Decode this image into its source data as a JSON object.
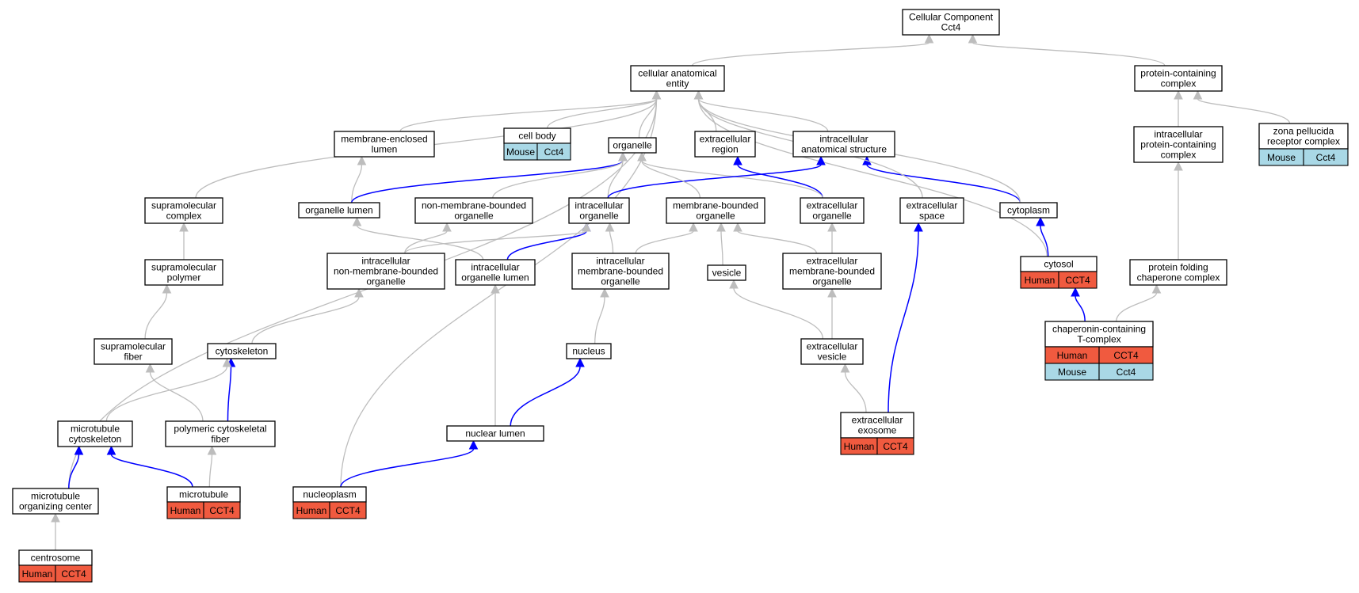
{
  "nodes": [
    {
      "id": "cc",
      "lines": [
        "Cellular Component",
        "Cct4"
      ]
    },
    {
      "id": "cae",
      "lines": [
        "cellular anatomical",
        "entity"
      ]
    },
    {
      "id": "pcc",
      "lines": [
        "protein-containing",
        "complex"
      ]
    },
    {
      "id": "mel",
      "lines": [
        "membrane-enclosed",
        "lumen"
      ]
    },
    {
      "id": "cellbody",
      "lines": [
        "cell body"
      ],
      "species": [
        [
          "Mouse",
          "Cct4"
        ]
      ]
    },
    {
      "id": "organelle",
      "lines": [
        "organelle"
      ]
    },
    {
      "id": "extreg",
      "lines": [
        "extracellular",
        "region"
      ]
    },
    {
      "id": "ias",
      "lines": [
        "intracellular",
        "anatomical structure"
      ]
    },
    {
      "id": "ipcc",
      "lines": [
        "intracellular",
        "protein-containing",
        "complex"
      ]
    },
    {
      "id": "zp",
      "lines": [
        "zona pellucida",
        "receptor complex"
      ],
      "species": [
        [
          "Mouse",
          "Cct4"
        ]
      ]
    },
    {
      "id": "smc",
      "lines": [
        "supramolecular",
        "complex"
      ]
    },
    {
      "id": "orglumen",
      "lines": [
        "organelle lumen"
      ]
    },
    {
      "id": "nmbo",
      "lines": [
        "non-membrane-bounded",
        "organelle"
      ]
    },
    {
      "id": "io",
      "lines": [
        "intracellular",
        "organelle"
      ]
    },
    {
      "id": "mbo",
      "lines": [
        "membrane-bounded",
        "organelle"
      ]
    },
    {
      "id": "eo",
      "lines": [
        "extracellular",
        "organelle"
      ]
    },
    {
      "id": "es",
      "lines": [
        "extracellular",
        "space"
      ]
    },
    {
      "id": "cyto",
      "lines": [
        "cytoplasm"
      ]
    },
    {
      "id": "smp",
      "lines": [
        "supramolecular",
        "polymer"
      ]
    },
    {
      "id": "inmbo",
      "lines": [
        "intracellular",
        "non-membrane-bounded",
        "organelle"
      ]
    },
    {
      "id": "iol",
      "lines": [
        "intracellular",
        "organelle lumen"
      ]
    },
    {
      "id": "imbo",
      "lines": [
        "intracellular",
        "membrane-bounded",
        "organelle"
      ]
    },
    {
      "id": "vesicle",
      "lines": [
        "vesicle"
      ]
    },
    {
      "id": "embo",
      "lines": [
        "extracellular",
        "membrane-bounded",
        "organelle"
      ]
    },
    {
      "id": "cytosol",
      "lines": [
        "cytosol"
      ],
      "species": [
        [
          "Human",
          "CCT4"
        ]
      ]
    },
    {
      "id": "pfcc",
      "lines": [
        "protein folding",
        "chaperone complex"
      ]
    },
    {
      "id": "smf",
      "lines": [
        "supramolecular",
        "fiber"
      ]
    },
    {
      "id": "cytoskel",
      "lines": [
        "cytoskeleton"
      ]
    },
    {
      "id": "nucleus",
      "lines": [
        "nucleus"
      ]
    },
    {
      "id": "ev",
      "lines": [
        "extracellular",
        "vesicle"
      ]
    },
    {
      "id": "cct",
      "lines": [
        "chaperonin-containing",
        "T-complex"
      ],
      "species": [
        [
          "Human",
          "CCT4"
        ],
        [
          "Mouse",
          "Cct4"
        ]
      ]
    },
    {
      "id": "mtcs",
      "lines": [
        "microtubule",
        "cytoskeleton"
      ]
    },
    {
      "id": "pcf",
      "lines": [
        "polymeric cytoskeletal",
        "fiber"
      ]
    },
    {
      "id": "nl",
      "lines": [
        "nuclear lumen"
      ]
    },
    {
      "id": "exo",
      "lines": [
        "extracellular",
        "exosome"
      ],
      "species": [
        [
          "Human",
          "CCT4"
        ]
      ]
    },
    {
      "id": "mtoc",
      "lines": [
        "microtubule",
        "organizing center"
      ]
    },
    {
      "id": "mt",
      "lines": [
        "microtubule"
      ],
      "species": [
        [
          "Human",
          "CCT4"
        ]
      ]
    },
    {
      "id": "nucleoplasm",
      "lines": [
        "nucleoplasm"
      ],
      "species": [
        [
          "Human",
          "CCT4"
        ]
      ]
    },
    {
      "id": "centrosome",
      "lines": [
        "centrosome"
      ],
      "species": [
        [
          "Human",
          "CCT4"
        ]
      ]
    }
  ],
  "edges": [
    {
      "from": "cae",
      "to": "cc",
      "color": "gray"
    },
    {
      "from": "pcc",
      "to": "cc",
      "color": "gray"
    },
    {
      "from": "ipcc",
      "to": "pcc",
      "color": "gray"
    },
    {
      "from": "zp",
      "to": "pcc",
      "color": "gray"
    },
    {
      "from": "pfcc",
      "to": "ipcc",
      "color": "gray"
    },
    {
      "from": "cct",
      "to": "pfcc",
      "color": "gray"
    },
    {
      "from": "cct",
      "to": "cytosol",
      "color": "blue"
    },
    {
      "from": "cytosol",
      "to": "cyto",
      "color": "blue"
    },
    {
      "from": "cytosol",
      "to": "cae",
      "color": "gray"
    },
    {
      "from": "cyto",
      "to": "ias",
      "color": "blue"
    },
    {
      "from": "cyto",
      "to": "cae",
      "color": "gray"
    },
    {
      "from": "ias",
      "to": "cae",
      "color": "gray"
    },
    {
      "from": "es",
      "to": "cae",
      "color": "gray"
    },
    {
      "from": "exo",
      "to": "es",
      "color": "blue"
    },
    {
      "from": "exo",
      "to": "ev",
      "color": "gray"
    },
    {
      "from": "ev",
      "to": "embo",
      "color": "gray"
    },
    {
      "from": "ev",
      "to": "vesicle",
      "color": "gray"
    },
    {
      "from": "embo",
      "to": "eo",
      "color": "gray"
    },
    {
      "from": "embo",
      "to": "mbo",
      "color": "gray"
    },
    {
      "from": "eo",
      "to": "extreg",
      "color": "blue"
    },
    {
      "from": "eo",
      "to": "organelle",
      "color": "gray"
    },
    {
      "from": "extreg",
      "to": "cae",
      "color": "gray"
    },
    {
      "from": "organelle",
      "to": "cae",
      "color": "gray"
    },
    {
      "from": "cellbody",
      "to": "cae",
      "color": "gray"
    },
    {
      "from": "mel",
      "to": "cae",
      "color": "gray"
    },
    {
      "from": "smc",
      "to": "cae",
      "color": "gray"
    },
    {
      "from": "mtoc",
      "to": "cae",
      "color": "gray"
    },
    {
      "from": "nucleoplasm",
      "to": "cae",
      "color": "gray"
    },
    {
      "from": "orglumen",
      "to": "mel",
      "color": "gray"
    },
    {
      "from": "orglumen",
      "to": "organelle",
      "color": "blue"
    },
    {
      "from": "nmbo",
      "to": "organelle",
      "color": "gray"
    },
    {
      "from": "io",
      "to": "organelle",
      "color": "gray"
    },
    {
      "from": "io",
      "to": "ias",
      "color": "blue"
    },
    {
      "from": "mbo",
      "to": "organelle",
      "color": "gray"
    },
    {
      "from": "vesicle",
      "to": "mbo",
      "color": "gray"
    },
    {
      "from": "imbo",
      "to": "mbo",
      "color": "gray"
    },
    {
      "from": "imbo",
      "to": "io",
      "color": "gray"
    },
    {
      "from": "iol",
      "to": "io",
      "color": "blue"
    },
    {
      "from": "iol",
      "to": "orglumen",
      "color": "gray"
    },
    {
      "from": "inmbo",
      "to": "nmbo",
      "color": "gray"
    },
    {
      "from": "inmbo",
      "to": "io",
      "color": "gray"
    },
    {
      "from": "nucleus",
      "to": "imbo",
      "color": "gray"
    },
    {
      "from": "nl",
      "to": "iol",
      "color": "gray"
    },
    {
      "from": "nl",
      "to": "nucleus",
      "color": "blue"
    },
    {
      "from": "nucleoplasm",
      "to": "nl",
      "color": "blue"
    },
    {
      "from": "smp",
      "to": "smc",
      "color": "gray"
    },
    {
      "from": "smf",
      "to": "smp",
      "color": "gray"
    },
    {
      "from": "pcf",
      "to": "smf",
      "color": "gray"
    },
    {
      "from": "pcf",
      "to": "cytoskel",
      "color": "blue"
    },
    {
      "from": "cytoskel",
      "to": "inmbo",
      "color": "gray"
    },
    {
      "from": "mtcs",
      "to": "cytoskel",
      "color": "gray"
    },
    {
      "from": "mt",
      "to": "pcf",
      "color": "gray"
    },
    {
      "from": "mt",
      "to": "mtcs",
      "color": "blue"
    },
    {
      "from": "mtoc",
      "to": "mtcs",
      "color": "blue"
    },
    {
      "from": "centrosome",
      "to": "mtoc",
      "color": "gray"
    }
  ],
  "colors": {
    "human": "#f05a3f",
    "mouse": "#a9d8e6",
    "is_a": "#bdbdbd",
    "part_of": "#0000ff"
  }
}
